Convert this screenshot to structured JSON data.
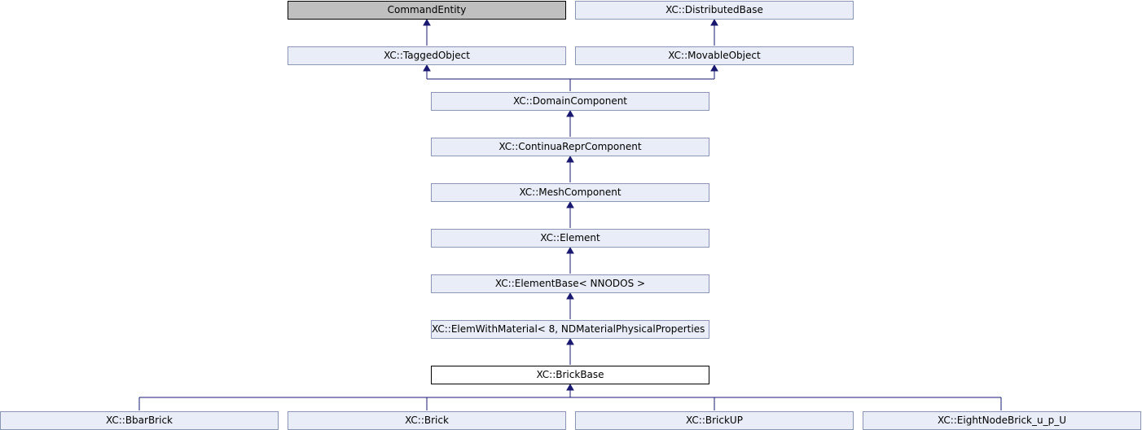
{
  "diagram": {
    "nodes": {
      "command_entity": "CommandEntity",
      "distributed_base": "XC::DistributedBase",
      "tagged_object": "XC::TaggedObject",
      "movable_object": "XC::MovableObject",
      "domain_component": "XC::DomainComponent",
      "continua_repr_component": "XC::ContinuaReprComponent",
      "mesh_component": "XC::MeshComponent",
      "element": "XC::Element",
      "element_base": "XC::ElementBase< NNODOS >",
      "elem_with_material": "XC::ElemWithMaterial< 8, NDMaterialPhysicalProperties >",
      "brick_base": "XC::BrickBase",
      "bbar_brick": "XC::BbarBrick",
      "brick": "XC::Brick",
      "brick_up": "XC::BrickUP",
      "eight_node_brick": "XC::EightNodeBrick_u_p_U"
    },
    "edge_color": "#191970",
    "node_fill": "#e8edf7",
    "node_border": "#8a96b4"
  }
}
